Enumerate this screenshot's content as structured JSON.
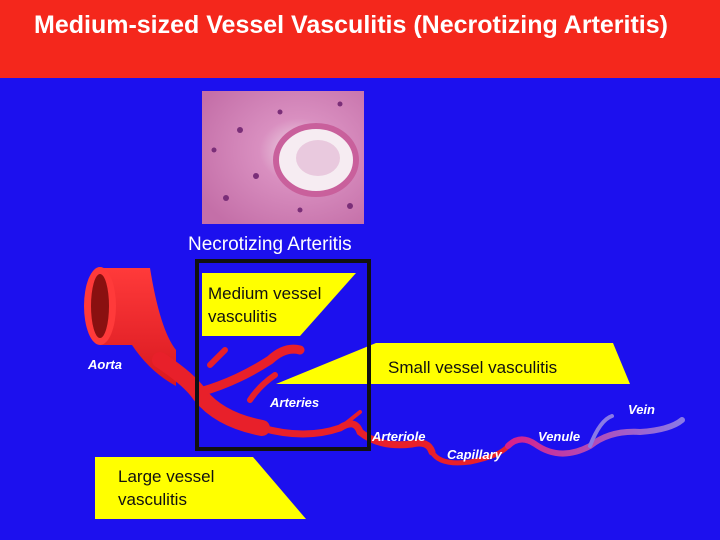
{
  "slide": {
    "title": "Medium-sized Vessel Vasculitis (Necrotizing Arteritis)"
  },
  "histology": {
    "caption": "Necrotizing Arteritis"
  },
  "boxes": {
    "medium": [
      "Medium vessel",
      "vasculitis"
    ],
    "small": "Small vessel vasculitis",
    "large": [
      "Large vessel",
      "vasculitis"
    ]
  },
  "vessels": {
    "aorta": "Aorta",
    "arteries": "Arteries",
    "arteriole": "Arteriole",
    "capillary": "Capillary",
    "venule": "Venule",
    "vein": "Vein"
  },
  "colors": {
    "header": "#f4271c",
    "background": "#1c10ee",
    "artery": "#e8202a",
    "vein": "#8a7ae6",
    "box": "#ffff00"
  }
}
